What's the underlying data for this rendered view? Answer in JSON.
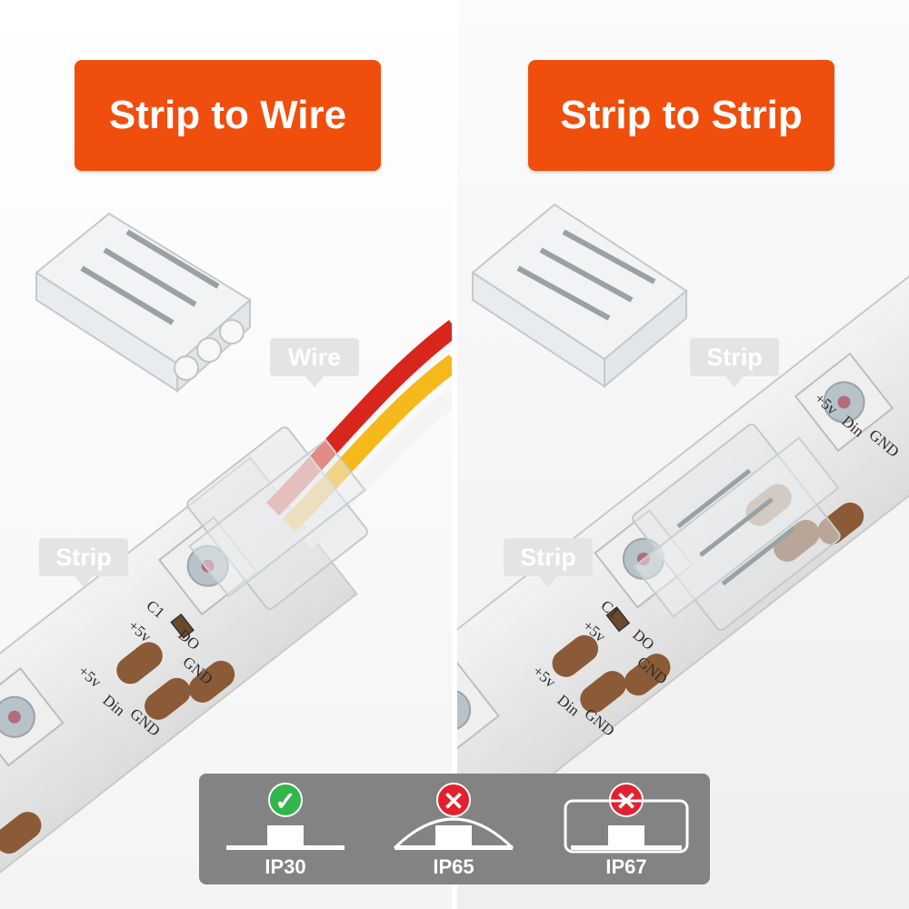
{
  "left_panel": {
    "title": "Strip to Wire",
    "callout_wire": "Wire",
    "callout_strip": "Strip"
  },
  "right_panel": {
    "title": "Strip to Strip",
    "callout_strip_top": "Strip",
    "callout_strip_bottom": "Strip"
  },
  "strip_labels": {
    "plus5v": "+5v",
    "din": "Din",
    "gnd": "GND",
    "do": "DO",
    "c1": "C1"
  },
  "ip_ratings": [
    {
      "label": "IP30",
      "status": "compatible",
      "mark": "✓"
    },
    {
      "label": "IP65",
      "status": "not-compatible",
      "mark": "✕"
    },
    {
      "label": "IP67",
      "status": "not-compatible",
      "mark": "✕"
    }
  ],
  "colors": {
    "badge": "#f04e0c",
    "wire_red": "#d9261c",
    "wire_yellow": "#f6b91c",
    "pad": "#8b5a36",
    "ok": "#32b54b",
    "no": "#e2202e",
    "ip_bar": "#838383"
  }
}
